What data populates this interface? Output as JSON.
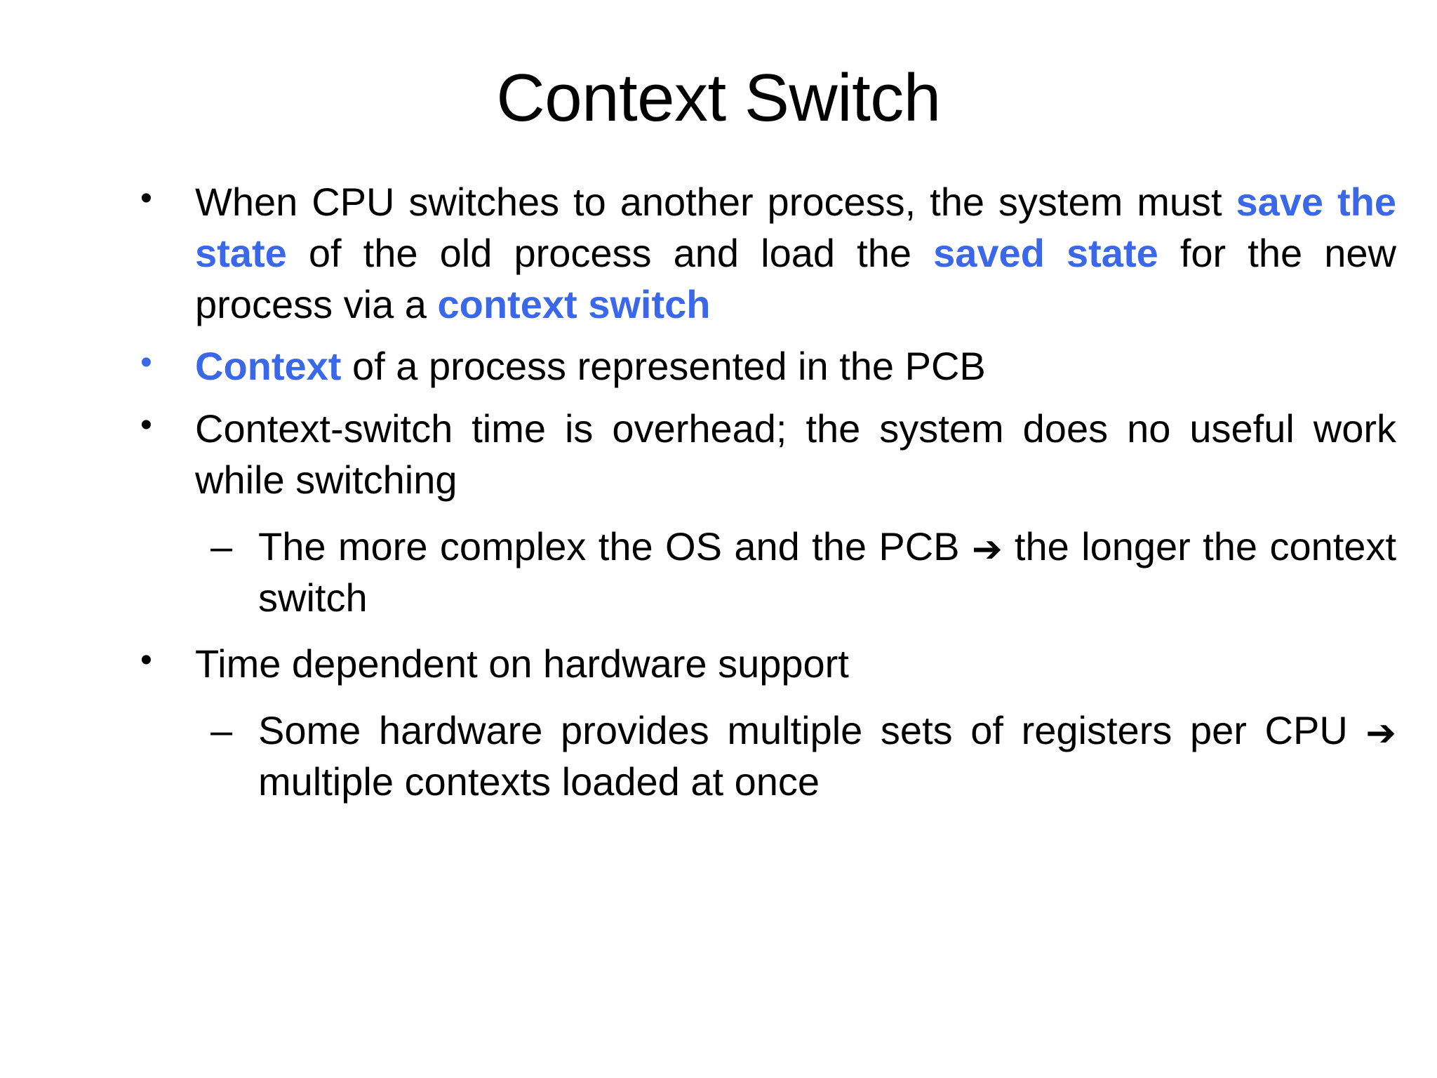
{
  "slide": {
    "title": "Context Switch",
    "background_color": "#FFFFFF",
    "text_color": "#000000",
    "accent_color": "#3B68E8",
    "bullet_marker": "•",
    "sub_bullet_marker": "–",
    "arrow_glyph": "➔"
  },
  "bullets": [
    {
      "level": 1,
      "marker_color": "black",
      "segments": [
        {
          "text": "When CPU switches to another process, the system must ",
          "style": "normal"
        },
        {
          "text": "save the state",
          "style": "highlight"
        },
        {
          "text": " of the old process and load the ",
          "style": "normal"
        },
        {
          "text": "saved state",
          "style": "highlight"
        },
        {
          "text": " for the new process via a ",
          "style": "normal"
        },
        {
          "text": "context switch",
          "style": "highlight"
        }
      ],
      "plain_text": "When CPU switches to another process, the system must save the state of the old process and load the saved state for the new process via a context switch"
    },
    {
      "level": 1,
      "marker_color": "accent",
      "segments": [
        {
          "text": "Context",
          "style": "highlight"
        },
        {
          "text": " of a process represented in the PCB",
          "style": "normal"
        }
      ],
      "plain_text": "Context of a process represented in the PCB"
    },
    {
      "level": 1,
      "marker_color": "black",
      "segments": [
        {
          "text": "Context-switch time is overhead; the system does no useful work while switching",
          "style": "normal"
        }
      ],
      "plain_text": "Context-switch time is overhead; the system does no useful work while switching"
    },
    {
      "level": 2,
      "marker_color": "black",
      "segments": [
        {
          "text": "The more complex the OS and the PCB ",
          "style": "normal"
        },
        {
          "text": "➔",
          "style": "arrow"
        },
        {
          "text": " the longer the context switch",
          "style": "normal"
        }
      ],
      "plain_text": "The more complex the OS and the PCB ➔ the longer the context switch"
    },
    {
      "level": 1,
      "marker_color": "black",
      "segments": [
        {
          "text": "Time dependent on hardware support",
          "style": "normal"
        }
      ],
      "plain_text": "Time dependent on hardware support"
    },
    {
      "level": 2,
      "marker_color": "black",
      "segments": [
        {
          "text": "Some hardware provides multiple sets of registers per CPU ",
          "style": "normal"
        },
        {
          "text": "➔",
          "style": "arrow"
        },
        {
          "text": " multiple contexts loaded at once",
          "style": "normal"
        }
      ],
      "plain_text": "Some hardware provides multiple sets of registers per CPU ➔ multiple contexts loaded at once"
    }
  ]
}
